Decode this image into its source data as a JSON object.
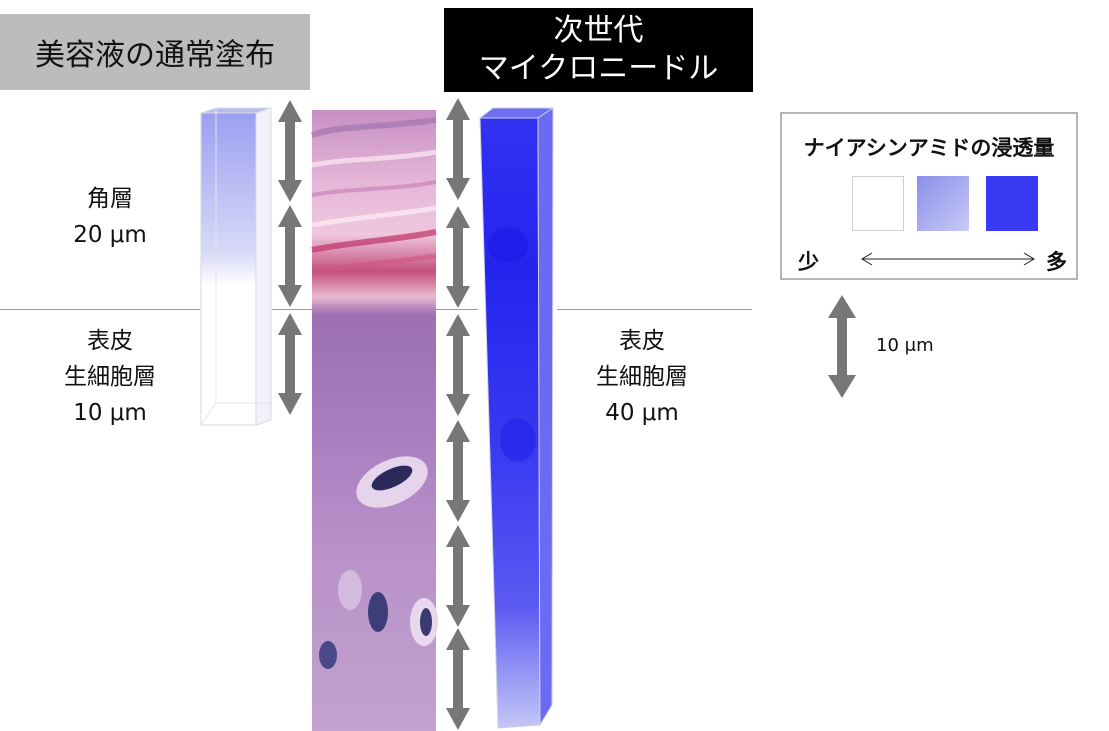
{
  "header": {
    "left_title": "美容液の通常塗布",
    "right_title_line1": "次世代",
    "right_title_line2": "マイクロニードル"
  },
  "left_labels": {
    "stratum_name": "角層",
    "stratum_depth": "20 μm",
    "epidermis_line1": "表皮",
    "epidermis_line2": "生細胞層",
    "epidermis_depth": "10 μm"
  },
  "right_labels": {
    "epidermis_line1": "表皮",
    "epidermis_line2": "生細胞層",
    "epidermis_depth": "40 μm"
  },
  "legend": {
    "title": "ナイアシンアミドの浸透量",
    "low_label": "少",
    "high_label": "多",
    "swatch_colors": [
      "#ffffff",
      "#9aa0ee",
      "#3a3af5"
    ]
  },
  "scale_bar": {
    "label": "10 μm"
  },
  "colors": {
    "penetration_blue": "#2b2bf0",
    "arrow_gray": "#777777"
  }
}
